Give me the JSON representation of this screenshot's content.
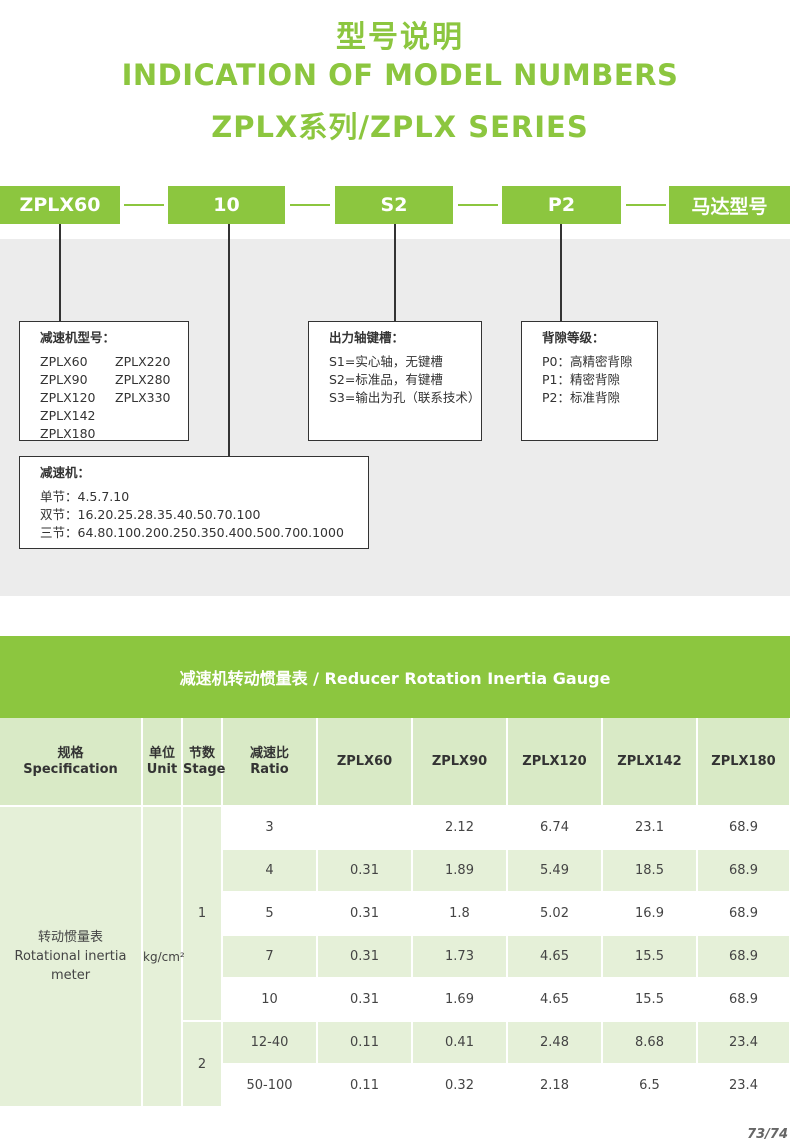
{
  "title": {
    "cn": "型号说明",
    "en": "INDICATION OF MODEL NUMBERS",
    "series": "ZPLX系列/ZPLX SERIES"
  },
  "code": {
    "model": "ZPLX60",
    "ratio": "10",
    "shaft": "S2",
    "backlash": "P2",
    "motor": "马达型号"
  },
  "desc": {
    "model": {
      "heading": "减速机型号：",
      "col1": [
        "ZPLX60",
        "ZPLX90",
        "ZPLX120",
        "ZPLX142",
        "ZPLX180"
      ],
      "col2": [
        "ZPLX220",
        "ZPLX280",
        "ZPLX330"
      ]
    },
    "reducer": {
      "heading": "减速机：",
      "lines": [
        "单节：4.5.7.10",
        "双节：16.20.25.28.35.40.50.70.100",
        "三节：64.80.100.200.250.350.400.500.700.1000"
      ]
    },
    "shaft": {
      "heading": "出力轴键槽：",
      "lines": [
        "S1=实心轴，无键槽",
        "S2=标准品，有键槽",
        "S3=输出为孔（联系技术）"
      ]
    },
    "backlash": {
      "heading": "背隙等级：",
      "lines": [
        "P0：高精密背隙",
        "P1：精密背隙",
        "P2：标准背隙"
      ]
    }
  },
  "table": {
    "title": "减速机转动惯量表   /   Reducer Rotation Inertia Gauge",
    "headers": {
      "spec_cn": "规格",
      "spec_en": "Specification",
      "unit_cn": "单位",
      "unit_en": "Unit",
      "stage_cn": "节数",
      "stage_en": "Stage",
      "ratio_cn": "减速比",
      "ratio_en": "Ratio",
      "models": [
        "ZPLX60",
        "ZPLX90",
        "ZPLX120",
        "ZPLX142",
        "ZPLX180"
      ]
    },
    "spec_cn": "转动惯量表",
    "spec_en": "Rotational inertia meter",
    "unit": "kg/cm²",
    "stage1": "1",
    "stage2": "2",
    "rows": [
      {
        "ratio": "3",
        "v": [
          "",
          "2.12",
          "6.74",
          "23.1",
          "68.9"
        ]
      },
      {
        "ratio": "4",
        "v": [
          "0.31",
          "1.89",
          "5.49",
          "18.5",
          "68.9"
        ]
      },
      {
        "ratio": "5",
        "v": [
          "0.31",
          "1.8",
          "5.02",
          "16.9",
          "68.9"
        ]
      },
      {
        "ratio": "7",
        "v": [
          "0.31",
          "1.73",
          "4.65",
          "15.5",
          "68.9"
        ]
      },
      {
        "ratio": "10",
        "v": [
          "0.31",
          "1.69",
          "4.65",
          "15.5",
          "68.9"
        ]
      },
      {
        "ratio": "12-40",
        "v": [
          "0.11",
          "0.41",
          "2.48",
          "8.68",
          "23.4"
        ]
      },
      {
        "ratio": "50-100",
        "v": [
          "0.11",
          "0.32",
          "2.18",
          "6.5",
          "23.4"
        ]
      }
    ]
  },
  "page_number": "73/74"
}
